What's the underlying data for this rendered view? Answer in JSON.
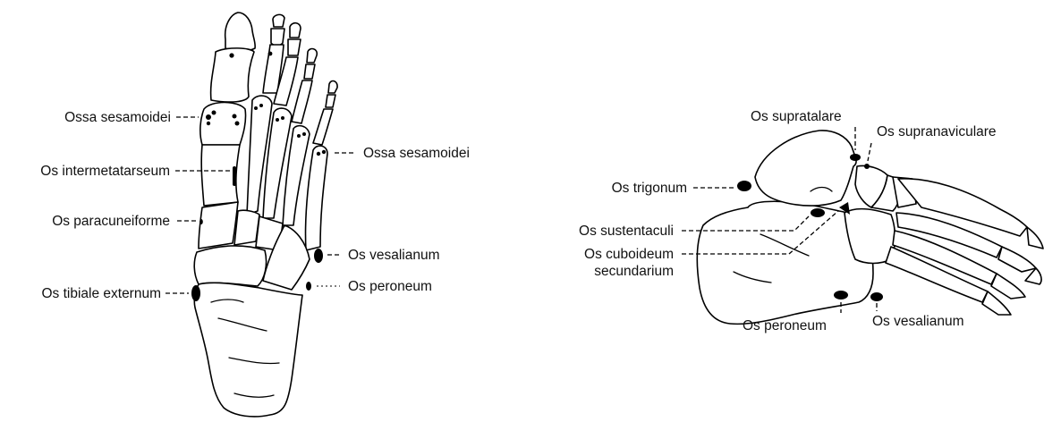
{
  "dorsal_view": {
    "labels": {
      "ossa_sesamoidei_left": "Ossa sesamoidei",
      "os_intermetatarseum": "Os intermetatarseum",
      "os_paracuneiforme": "Os paracuneiforme",
      "os_tibiale_externum": "Os tibiale externum",
      "ossa_sesamoidei_right": "Ossa sesamoidei",
      "os_vesalianum": "Os vesalianum",
      "os_peroneum": "Os peroneum"
    }
  },
  "lateral_view": {
    "labels": {
      "os_supratalare": "Os supratalare",
      "os_supranaviculare": "Os supranaviculare",
      "os_trigonum": "Os trigonum",
      "os_sustentaculi": "Os sustentaculi",
      "os_cuboideum_line1": "Os cuboideum",
      "os_cuboideum_line2": "secundarium",
      "os_peroneum": "Os peroneum",
      "os_vesalianum": "Os vesalianum"
    }
  }
}
